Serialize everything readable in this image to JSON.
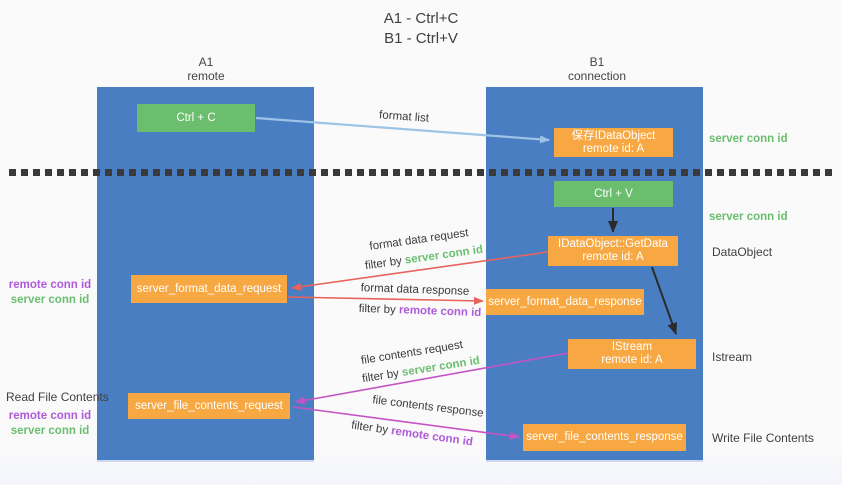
{
  "title": {
    "line1": "A1 - Ctrl+C",
    "line2": "B1 - Ctrl+V"
  },
  "lanes": {
    "left": {
      "name": "A1",
      "subtitle": "remote"
    },
    "right": {
      "name": "B1",
      "subtitle": "connection"
    }
  },
  "nodes": {
    "ctrl_c": {
      "label": "Ctrl + C"
    },
    "ctrl_v": {
      "label": "Ctrl + V"
    },
    "save_dataobject": {
      "line1": "保存IDataObject",
      "line2": "remote id: A"
    },
    "getdata": {
      "line1": "IDataObject::GetData",
      "line2": "remote id: A"
    },
    "istream": {
      "line1": "IStream",
      "line2": "remote id: A"
    },
    "format_request": {
      "label": "server_format_data_request"
    },
    "format_response": {
      "label": "server_format_data_response"
    },
    "file_request": {
      "label": "server_file_contents_request"
    },
    "file_response": {
      "label": "server_file_contents_response"
    }
  },
  "arrow_labels": {
    "format_list": "format list",
    "format_data_request": "format data request",
    "format_data_response": "format data response",
    "file_contents_request": "file contents request",
    "file_contents_response": "file contents response",
    "filter_by": "filter by"
  },
  "side_labels": {
    "server_conn_id_top": "server conn id",
    "server_conn_id_mid": "server conn id",
    "dataobject": "DataObject",
    "istream": "Istream",
    "read_file_contents": "Read File Contents",
    "write_file_contents": "Write File Contents",
    "remote_conn_id": "remote conn id",
    "server_conn_id": "server conn id"
  },
  "colors": {
    "lane_blue": "#4a7ec2",
    "box_green": "#6bbe6e",
    "box_orange": "#f7a843",
    "text_green": "#6bbe70",
    "text_purple": "#ae5bd8",
    "arrow_red": "#e8635c",
    "arrow_magenta": "#c454c4",
    "arrow_lightblue": "#9dc3e6",
    "arrow_black": "#2b2b2b",
    "dotted_line": "#3a3a3a"
  }
}
